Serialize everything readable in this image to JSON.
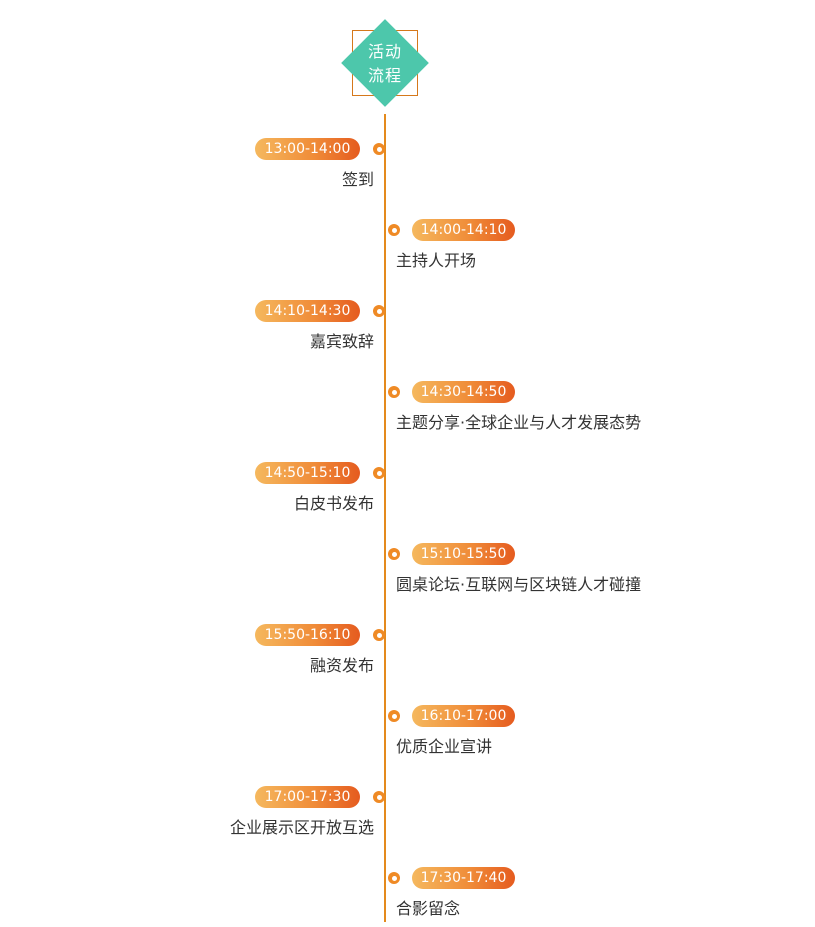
{
  "header": {
    "title_line1": "活动",
    "title_line2": "流程"
  },
  "events": [
    {
      "time": "13:00-14:00",
      "label": "签到"
    },
    {
      "time": "14:00-14:10",
      "label": "主持人开场"
    },
    {
      "time": "14:10-14:30",
      "label": "嘉宾致辞"
    },
    {
      "time": "14:30-14:50",
      "label": "主题分享·全球企业与人才发展态势"
    },
    {
      "time": "14:50-15:10",
      "label": "白皮书发布"
    },
    {
      "time": "15:10-15:50",
      "label": "圆桌论坛·互联网与区块链人才碰撞"
    },
    {
      "time": "15:50-16:10",
      "label": "融资发布"
    },
    {
      "time": "16:10-17:00",
      "label": "优质企业宣讲"
    },
    {
      "time": "17:00-17:30",
      "label": "企业展示区开放互选"
    },
    {
      "time": "17:30-17:40",
      "label": "合影留念"
    }
  ],
  "colors": {
    "accent_teal": "#4dc7ab",
    "timeline_orange": "#e48a1d",
    "pill_gradient_start": "#f5b85e",
    "pill_gradient_end": "#e55b1f",
    "text": "#333333"
  }
}
